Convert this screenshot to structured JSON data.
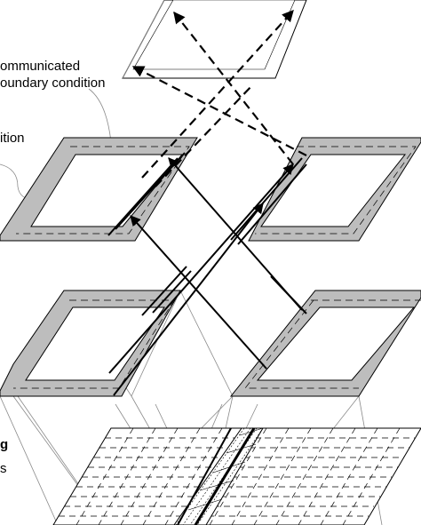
{
  "labels": {
    "communicated": "ommunicated",
    "boundary_condition": "oundary condition",
    "partial_left": "ition",
    "partial_g": "g",
    "partial_s": "s"
  },
  "colors": {
    "frame_fill": "#bdbdbd",
    "stroke": "#000000",
    "thin_line": "#8a8a8a",
    "background": "#ffffff"
  },
  "icons": {
    "arrow_head": "filled-triangle"
  }
}
